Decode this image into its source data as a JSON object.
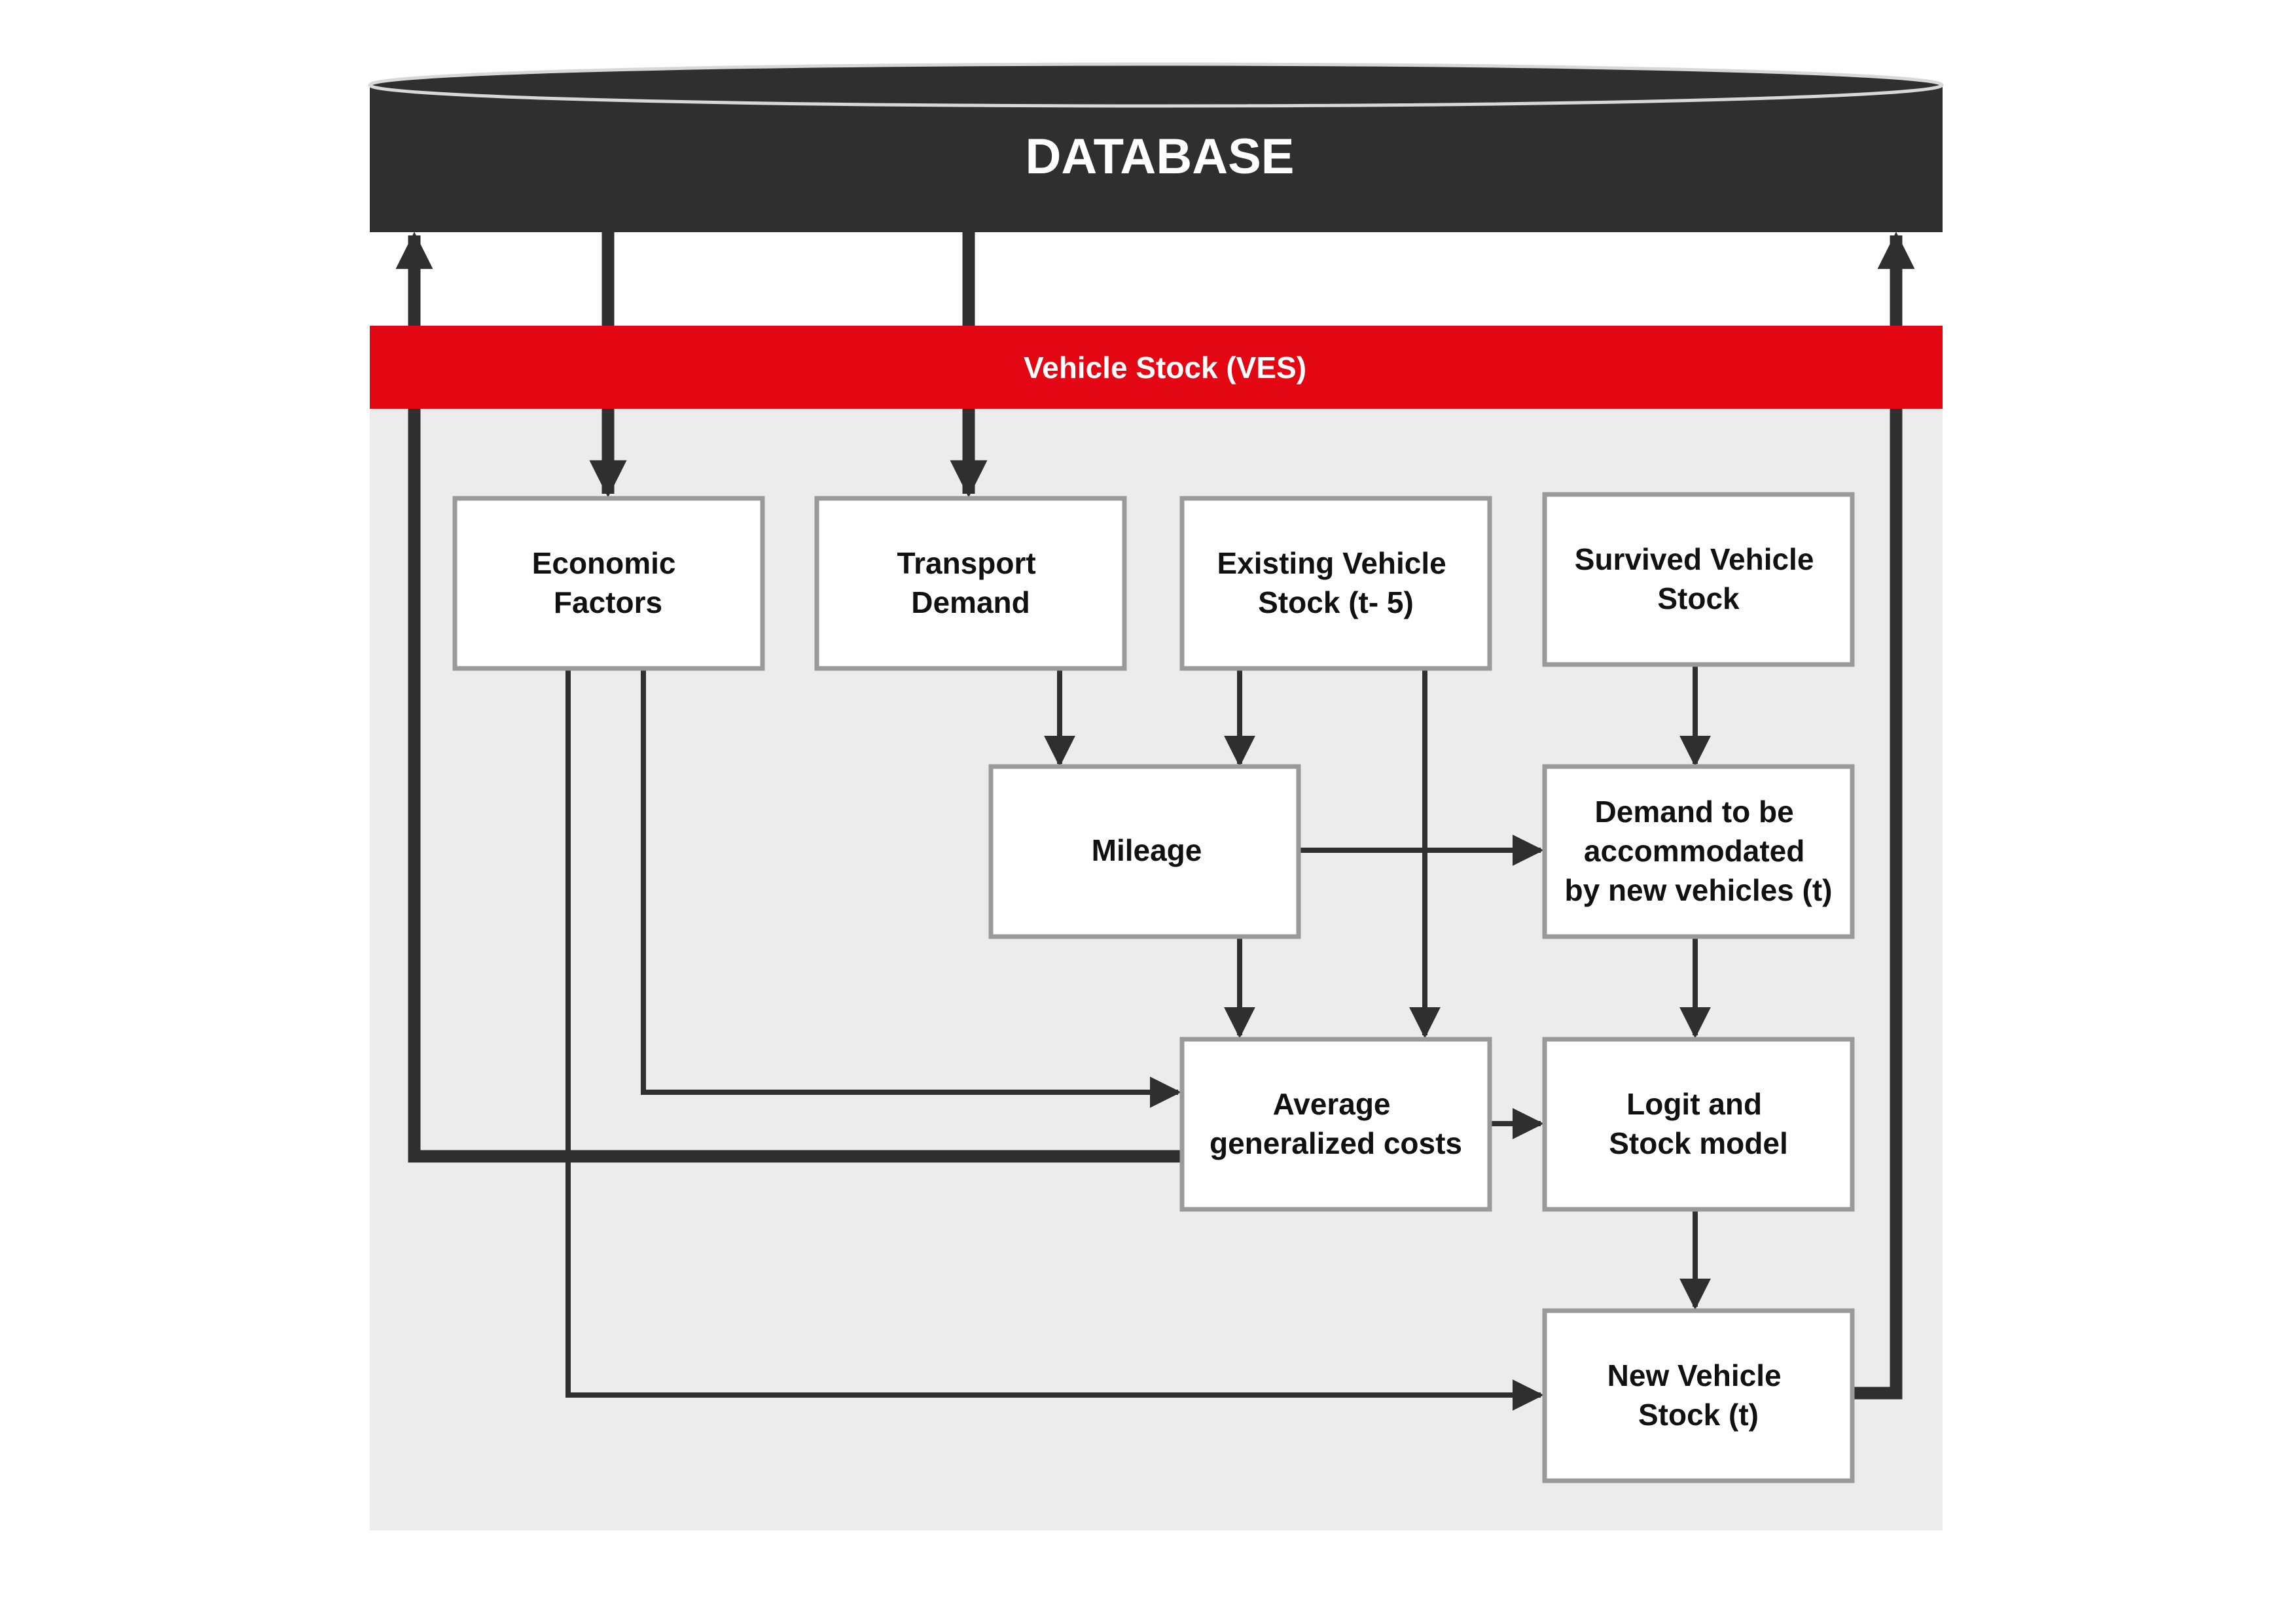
{
  "database": {
    "label": "DATABASE",
    "color": "#2f2f2f"
  },
  "module": {
    "label": "Vehicle Stock (VES)",
    "color": "#e30613",
    "panel_color": "#ececec"
  },
  "boxes": {
    "economic_factors": [
      "Economic",
      "Factors"
    ],
    "transport_demand": [
      "Transport",
      "Demand"
    ],
    "existing_vehicle_stock": [
      "Existing Vehicle",
      "Stock (t- 5)"
    ],
    "survived_vehicle_stock": [
      "Survived Vehicle",
      "Stock"
    ],
    "mileage": [
      "Mileage"
    ],
    "demand_new_vehicles": [
      "Demand to be",
      "accommodated",
      "by new vehicles (t)"
    ],
    "average_generalized_costs": [
      "Average",
      "generalized costs"
    ],
    "logit_stock_model": [
      "Logit and",
      "Stock model"
    ],
    "new_vehicle_stock": [
      "New Vehicle",
      "Stock (t)"
    ]
  },
  "colors": {
    "box_border": "#9a9a9a",
    "box_fill": "#ffffff",
    "arrow": "#2f2f2f",
    "text": "#111111"
  }
}
